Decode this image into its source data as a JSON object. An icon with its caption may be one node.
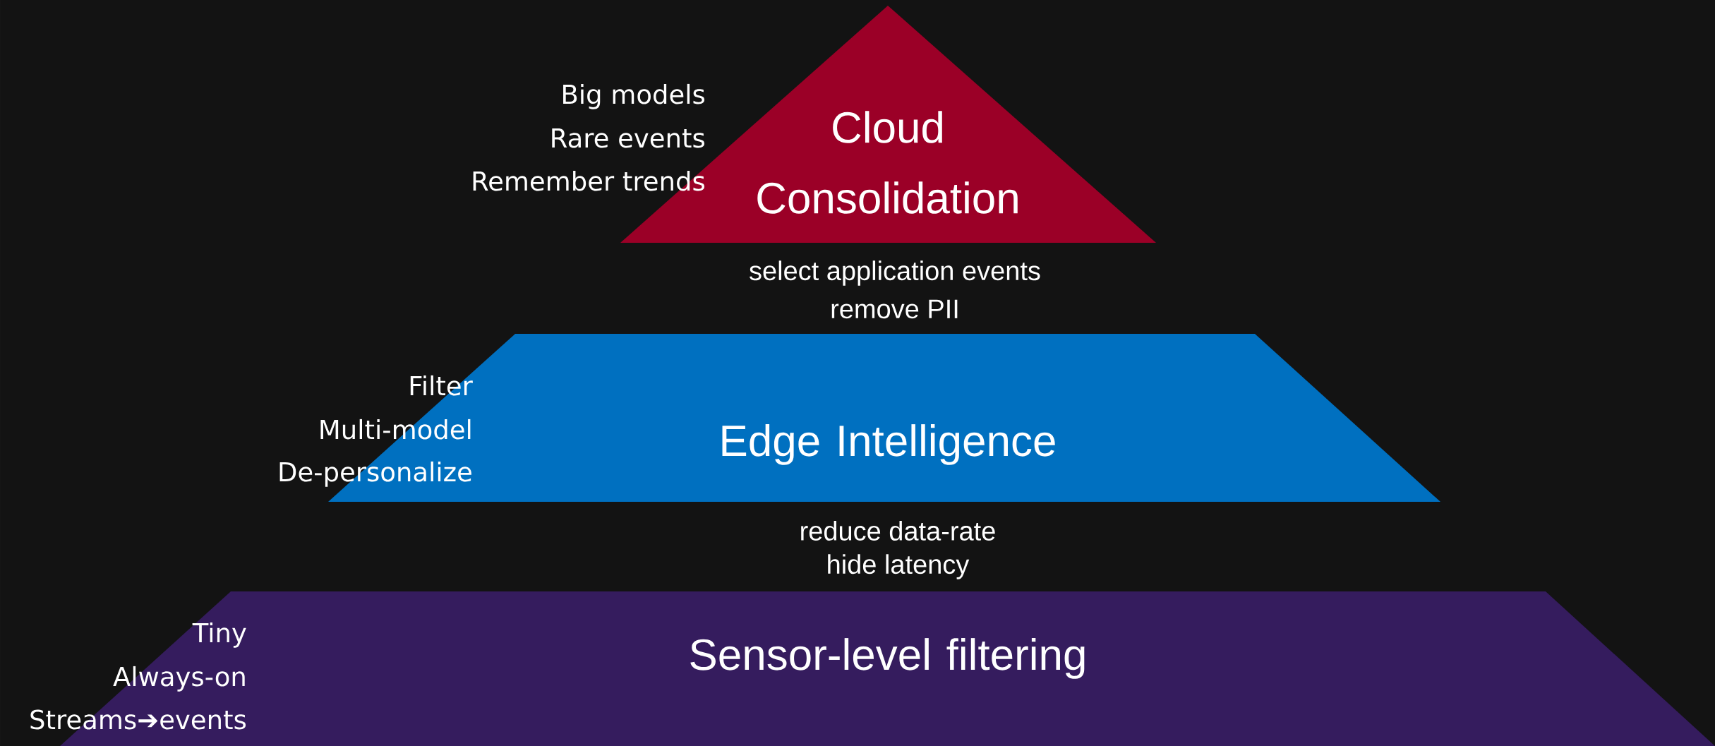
{
  "diagram": {
    "nodes": [
      {
        "text": [
          "Cloud Consolidation"
        ],
        "beside": [
          "Big models",
          "Rare events",
          "Remember trends"
        ]
      },
      {
        "text": [
          "Filter",
          "Multi-model",
          "De-personalize",
          "Edge Intelligence"
        ]
      },
      {
        "text": [
          "Tiny",
          "Always-on",
          "Streams➔events",
          "Sensor-level filtering"
        ]
      }
    ],
    "labels": [
      "select application events",
      "remove PII",
      "reduce data-rate",
      "hide latency"
    ]
  }
}
